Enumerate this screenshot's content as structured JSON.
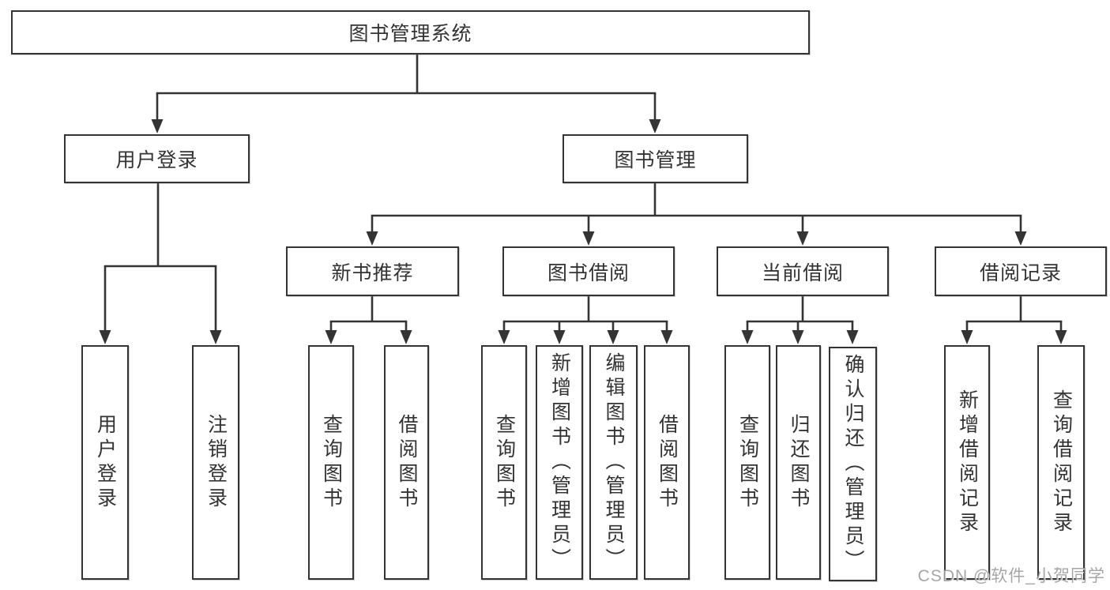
{
  "diagram_type": "hierarchy-tree",
  "tree": {
    "label": "图书管理系统",
    "children": [
      {
        "label": "用户登录",
        "children": [
          {
            "label": "用户登录"
          },
          {
            "label": "注销登录"
          }
        ]
      },
      {
        "label": "图书管理",
        "children": [
          {
            "label": "新书推荐",
            "children": [
              {
                "label": "查询图书"
              },
              {
                "label": "借阅图书"
              }
            ]
          },
          {
            "label": "图书借阅",
            "children": [
              {
                "label": "查询图书"
              },
              {
                "label": "新增图书（管理员）"
              },
              {
                "label": "编辑图书（管理员）"
              },
              {
                "label": "借阅图书"
              }
            ]
          },
          {
            "label": "当前借阅",
            "children": [
              {
                "label": "查询图书"
              },
              {
                "label": "归还图书"
              },
              {
                "label": "确认归还（管理员）"
              }
            ]
          },
          {
            "label": "借阅记录",
            "children": [
              {
                "label": "新增借阅记录"
              },
              {
                "label": "查询借阅记录"
              }
            ]
          }
        ]
      }
    ]
  },
  "watermark": {
    "text": "CSDN @软件_小贺同学"
  },
  "colors": {
    "line": "#343434",
    "box_border": "#343434",
    "text": "#333333",
    "watermark": "#969696",
    "background": "#ffffff"
  }
}
